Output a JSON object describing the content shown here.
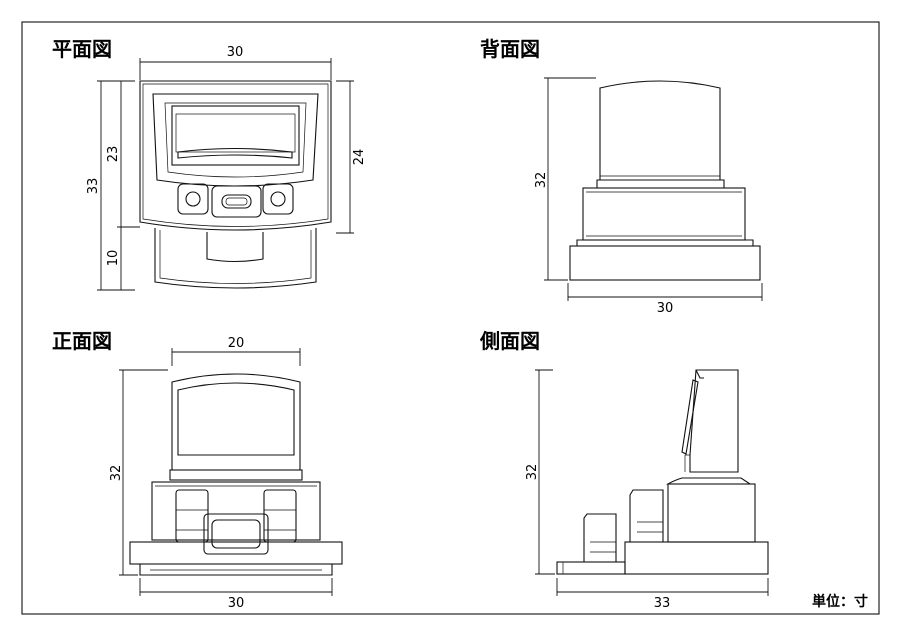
{
  "views": {
    "plan": {
      "title": "平面図",
      "dims": {
        "width": "30",
        "depth_total": "33",
        "depth_upper": "23",
        "depth_lower": "10",
        "depth_right": "24"
      }
    },
    "back": {
      "title": "背面図",
      "dims": {
        "height": "32",
        "width": "30"
      }
    },
    "front": {
      "title": "正面図",
      "dims": {
        "stone_width": "20",
        "height": "32",
        "width": "30"
      }
    },
    "side": {
      "title": "側面図",
      "dims": {
        "height": "32",
        "width": "33"
      }
    }
  },
  "unit_label": "単位：寸"
}
